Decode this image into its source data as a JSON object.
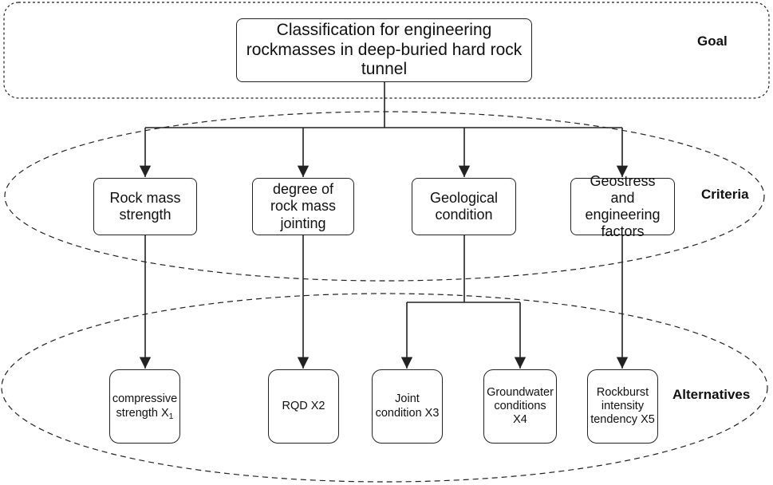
{
  "levels": {
    "goal": "Goal",
    "criteria": "Criteria",
    "alternatives": "Alternatives"
  },
  "goal": {
    "text": "Classification for engineering\nrockmasses in deep-buried hard rock\ntunnel"
  },
  "criteria": [
    {
      "text": "Rock mass\nstrength"
    },
    {
      "text": "degree of\nrock mass\njointing"
    },
    {
      "text": "Geological\ncondition"
    },
    {
      "text": "Geostress and\nengineering\nfactors"
    }
  ],
  "alternatives": [
    {
      "text": "compressive\nstrength X",
      "sub": "1"
    },
    {
      "text": "RQD X2"
    },
    {
      "text": "Joint\ncondition X3"
    },
    {
      "text": "Groundwater\nconditions X4"
    },
    {
      "text": "Rockburst\nintensity\ntendency X5"
    }
  ],
  "colors": {
    "stroke": "#222222",
    "background": "#ffffff"
  }
}
